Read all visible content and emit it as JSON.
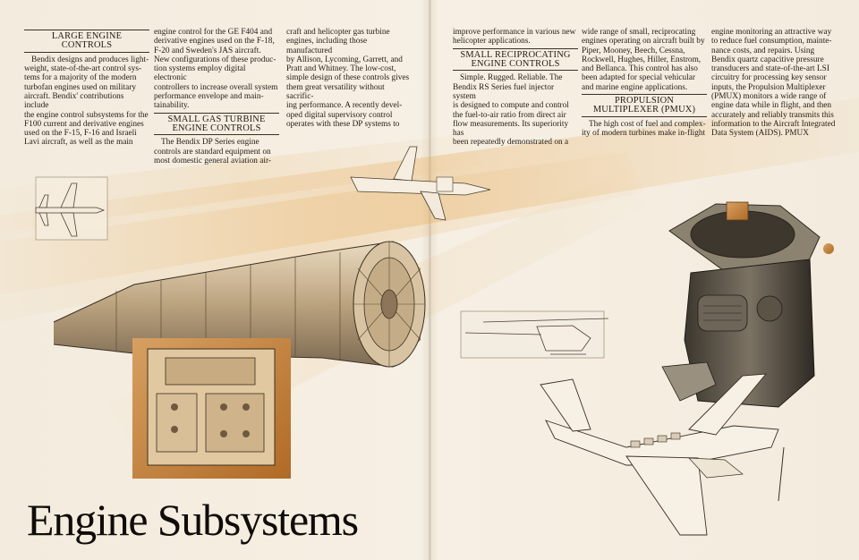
{
  "page_title": "Engine Subsystems",
  "columns": [
    {
      "heading": [
        "LARGE ENGINE",
        "CONTROLS"
      ],
      "body": [
        "Bendix designs and produces light-",
        "weight, state-of-the-art control sys-",
        "tems for a majority of the modern",
        "turbofan engines used on military",
        "aircraft. Bendix' contributions include",
        "the engine control subsystems for the",
        "F100 current and derivative engines",
        "used on the F-15, F-16 and Israeli",
        "Lavi aircraft, as well as the main"
      ]
    },
    {
      "body_top": [
        "engine control for the GE F404 and",
        "derivative engines used on the F-18,",
        "F-20 and Sweden's JAS aircraft.",
        "New configurations of these produc-",
        "tion systems employ digital electronic",
        "controllers to increase overall system",
        "performance envelope and main-",
        "tainability."
      ],
      "heading": [
        "SMALL GAS TURBINE",
        "ENGINE CONTROLS"
      ],
      "body": [
        "The Bendix DP Series engine",
        "controls are standard equipment on",
        "most domestic general aviation air-"
      ]
    },
    {
      "body": [
        "craft and helicopter gas turbine",
        "engines, including those manufactured",
        "by Allison, Lycoming, Garrett, and",
        "Pratt and Whitney. The low-cost,",
        "simple design of these controls gives",
        "them great versatility without sacrific-",
        "ing performance. A recently devel-",
        "oped digital supervisory control",
        "operates with these DP systems to"
      ]
    },
    {
      "body_top": [
        "improve performance in various new",
        "helicopter applications."
      ],
      "heading": [
        "SMALL RECIPROCATING",
        "ENGINE CONTROLS"
      ],
      "body": [
        "Simple. Rugged. Reliable. The",
        "Bendix RS Series fuel injector system",
        "is designed to compute and control",
        "the fuel-to-air ratio from direct air",
        "flow measurements. Its superiority has",
        "been repeatedly demonstrated on a"
      ]
    },
    {
      "body_top": [
        "wide range of small, reciprocating",
        "engines operating on aircraft built by",
        "Piper, Mooney, Beech, Cessna,",
        "Rockwell, Hughes, Hiller, Enstrom,",
        "and Bellanca. This control has also",
        "been adapted for special vehicular",
        "and marine engine applications."
      ],
      "heading": [
        "PROPULSION",
        "MULTIPLEXER (PMUX)"
      ],
      "body": [
        "The high cost of fuel and complex-",
        "ity of modern turbines make in-flight"
      ]
    },
    {
      "body": [
        "engine monitoring an attractive way",
        "to reduce fuel consumption, mainte-",
        "nance costs, and repairs. Using",
        "Bendix quartz capacitive pressure",
        "transducers and state-of-the-art LSI",
        "circuitry for processing key sensor",
        "inputs, the Propulsion Multiplexer",
        "(PMUX) monitors a wide range of",
        "engine data while in flight, and then",
        "accurately and reliably transmits this",
        "information to the Aircraft Integrated",
        "Data System (AIDS). PMUX"
      ]
    }
  ],
  "colors": {
    "paper": "#f4ede1",
    "ink": "#231c14",
    "gold": "#c98a3c",
    "metal": "#5a5346"
  },
  "illustrations": [
    "fighter-jet-plan-view",
    "fighter-jet-side-view",
    "turbofan-engine-cutaway",
    "fuel-control-unit",
    "helicopter-sketch",
    "fuel-injector-servo",
    "light-twin-aircraft-sketch"
  ]
}
